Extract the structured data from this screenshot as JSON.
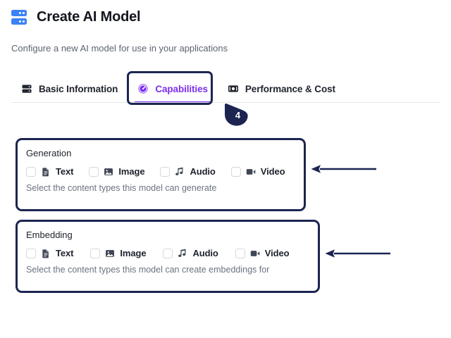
{
  "header": {
    "icon": "server-icon",
    "title": "Create AI Model",
    "subtitle": "Configure a new AI model for use in your applications"
  },
  "tabs": {
    "items": [
      {
        "id": "basic-information",
        "label": "Basic Information",
        "icon": "server-icon",
        "active": false
      },
      {
        "id": "capabilities",
        "label": "Capabilities",
        "icon": "gauge-icon",
        "active": true
      },
      {
        "id": "performance-cost",
        "label": "Performance & Cost",
        "icon": "banknote-icon",
        "active": false
      }
    ]
  },
  "annotations": {
    "step_marker": {
      "label": "4",
      "shape": "teardrop-pin",
      "color": "#1c2551"
    },
    "arrows": [
      {
        "id": "arrow-generation",
        "direction": "left",
        "target": "generation-section",
        "color": "#1c2551"
      },
      {
        "id": "arrow-embedding",
        "direction": "left",
        "target": "embedding-section",
        "color": "#1c2551"
      }
    ],
    "highlight_box": {
      "target": "tab-capabilities",
      "color": "#1c2551"
    }
  },
  "sections": [
    {
      "id": "generation",
      "title": "Generation",
      "help": "Select the content types this model can generate",
      "options": [
        {
          "id": "text",
          "label": "Text",
          "icon": "document-icon",
          "checked": false
        },
        {
          "id": "image",
          "label": "Image",
          "icon": "image-icon",
          "checked": false
        },
        {
          "id": "audio",
          "label": "Audio",
          "icon": "music-note-icon",
          "checked": false
        },
        {
          "id": "video",
          "label": "Video",
          "icon": "video-camera-icon",
          "checked": false
        }
      ]
    },
    {
      "id": "embedding",
      "title": "Embedding",
      "help": "Select the content types this model can create embeddings for",
      "options": [
        {
          "id": "text",
          "label": "Text",
          "icon": "document-icon",
          "checked": false
        },
        {
          "id": "image",
          "label": "Image",
          "icon": "image-icon",
          "checked": false
        },
        {
          "id": "audio",
          "label": "Audio",
          "icon": "music-note-icon",
          "checked": false
        },
        {
          "id": "video",
          "label": "Video",
          "icon": "video-camera-icon",
          "checked": false
        }
      ]
    }
  ],
  "colors": {
    "accent_purple": "#7b2ff2",
    "annotation_navy": "#1c2551",
    "header_icon_blue": "#3b82f6",
    "text_dark": "#20242e",
    "text_muted": "#6b7280"
  }
}
